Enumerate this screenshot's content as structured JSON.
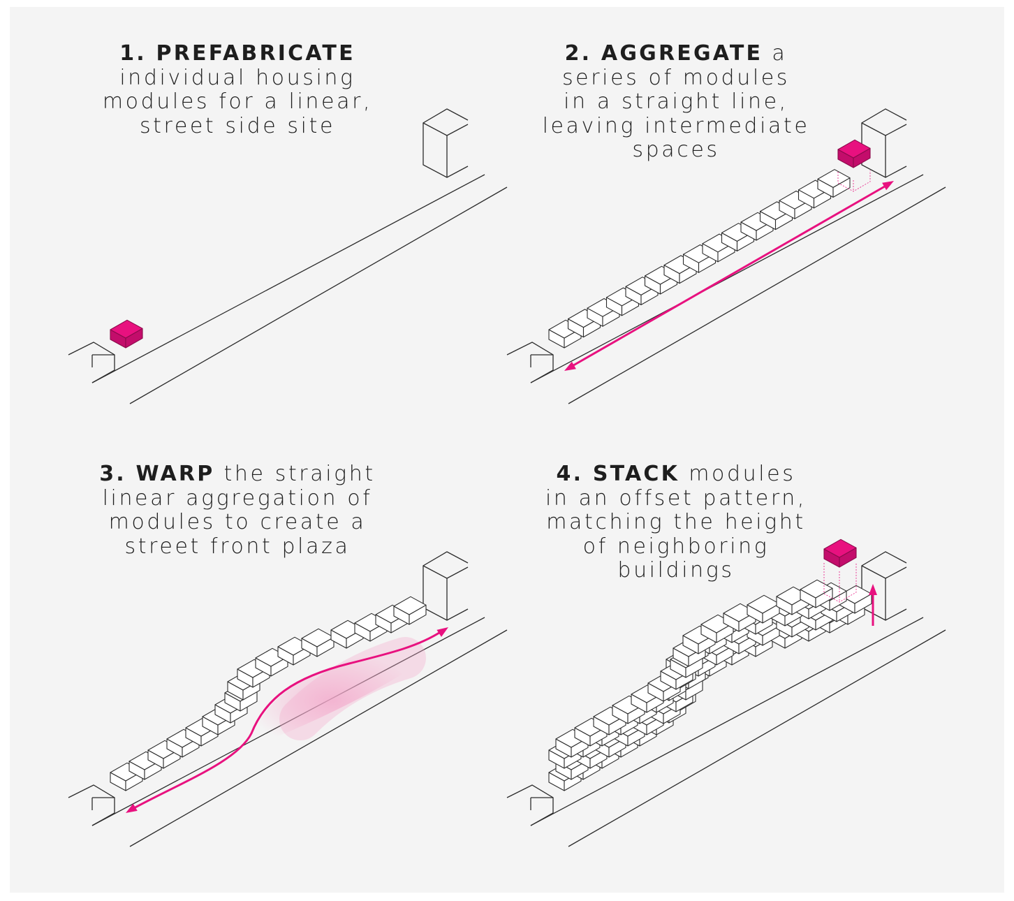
{
  "panels": [
    {
      "step": "1. PREFABRICATE",
      "lines": [
        "individual housing",
        "modules for a linear,",
        "street side site"
      ]
    },
    {
      "step": "2. AGGREGATE",
      "step_tail": " a",
      "lines": [
        "series of modules",
        "in a straight line,",
        "leaving intermediate",
        "spaces"
      ]
    },
    {
      "step": "3. WARP",
      "step_tail": " the straight",
      "lines": [
        "linear aggregation of",
        "modules to create a",
        "street front plaza"
      ]
    },
    {
      "step": "4. STACK",
      "step_tail": " modules",
      "lines": [
        "in an offset pattern,",
        "matching the height",
        "of neighboring",
        "buildings"
      ]
    }
  ],
  "colors": {
    "accent": "#e8117f",
    "plaza": "#f6bcd8",
    "line": "#2b2b2b",
    "background": "#f4f4f4"
  }
}
